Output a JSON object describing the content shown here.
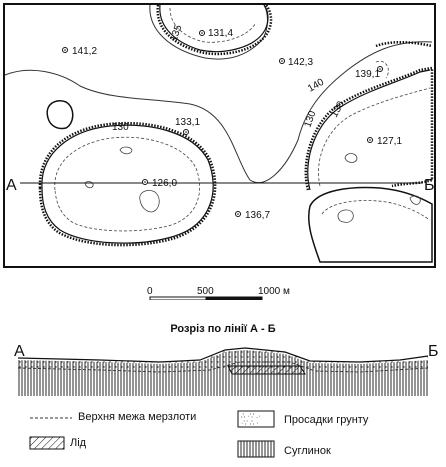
{
  "map": {
    "section_start": "А",
    "section_end": "Б",
    "elevations": [
      "141,2",
      "131,4",
      "142,3",
      "139,1",
      "133,1",
      "127,1",
      "126,0",
      "136,7"
    ],
    "contours": [
      "135",
      "140",
      "130",
      "130",
      "130"
    ]
  },
  "scale_bar": {
    "ticks": [
      "0",
      "500",
      "1000 м"
    ]
  },
  "section": {
    "caption": "Розріз по лінії А - Б",
    "start": "А",
    "end": "Б"
  },
  "legend": {
    "permafrost_top": "Верхня межа мерзлоти",
    "ice": "Лід",
    "subsidence": "Просадки грунту",
    "loam": "Суглинок"
  }
}
